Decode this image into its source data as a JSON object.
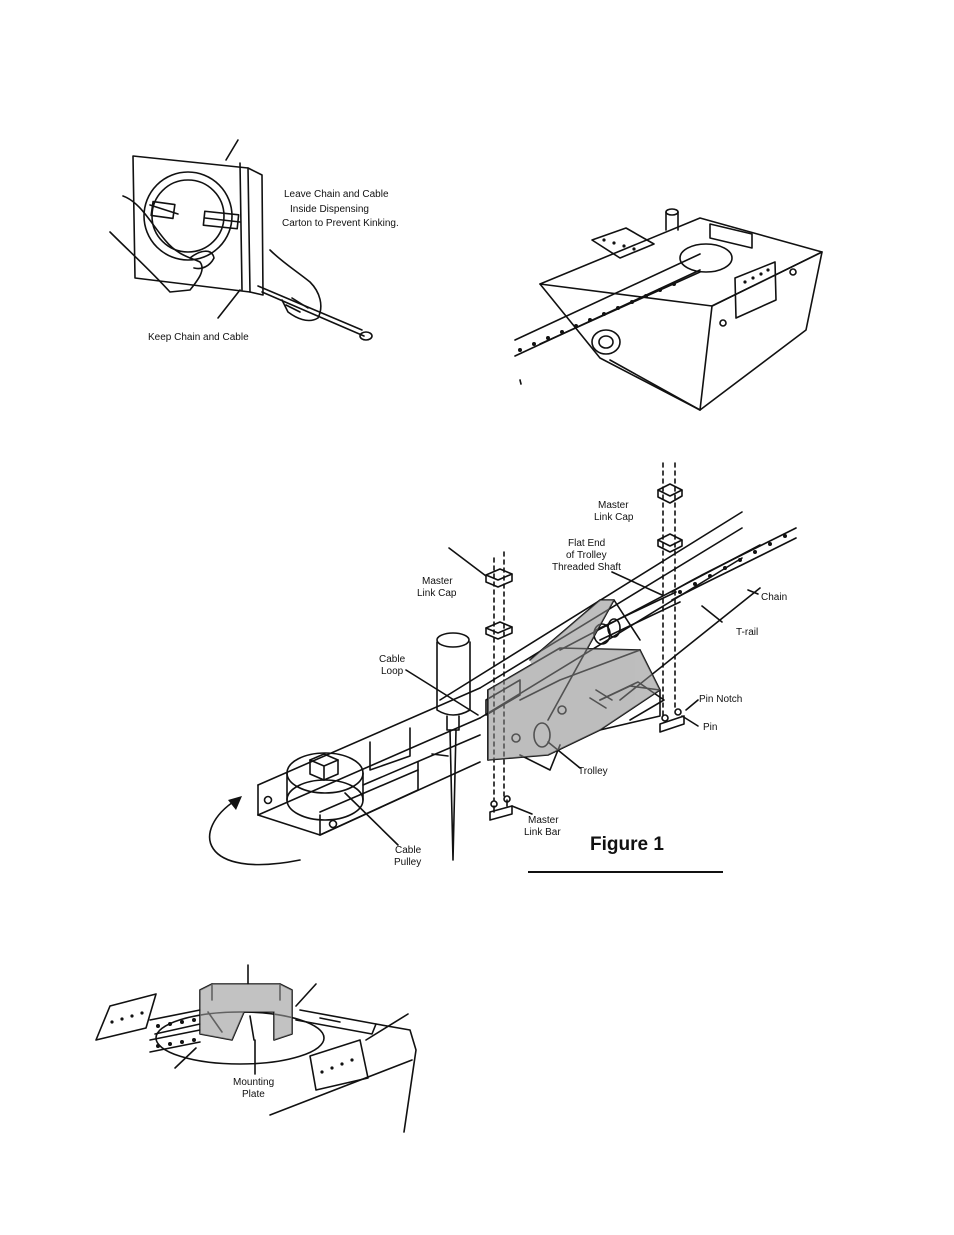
{
  "panel1": {
    "note_line1": "Leave Chain and Cable",
    "note_line2": "Inside Dispensing",
    "note_line3": "Carton to Prevent Kinking.",
    "keep_label": "Keep Chain and Cable"
  },
  "figure1": {
    "title": "Figure 1",
    "labels": {
      "master_link_cap_top_1": "Master",
      "master_link_cap_top_2": "Link Cap",
      "flat_end_1": "Flat End",
      "flat_end_2": "of Trolley",
      "flat_end_3": "Threaded Shaft",
      "master_link_cap_left_1": "Master",
      "master_link_cap_left_2": "Link Cap",
      "chain": "Chain",
      "t_rail": "T-rail",
      "cable_loop_1": "Cable",
      "cable_loop_2": "Loop",
      "pin_notch": "Pin Notch",
      "pin": "Pin",
      "trolley": "Trolley",
      "master_link_bar_1": "Master",
      "master_link_bar_2": "Link Bar",
      "cable_pulley_1": "Cable",
      "cable_pulley_2": "Pulley"
    }
  },
  "panel4": {
    "mounting_plate_1": "Mounting",
    "mounting_plate_2": "Plate"
  }
}
